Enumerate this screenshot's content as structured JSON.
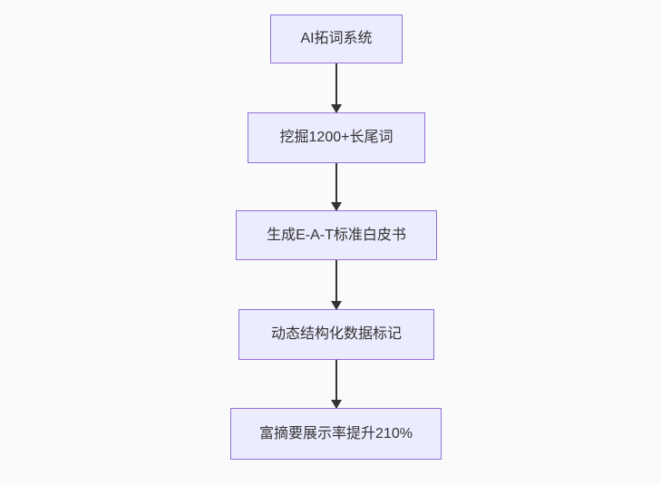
{
  "page": {
    "background": "#fafafa"
  },
  "chart_data": {
    "type": "flowchart",
    "direction": "top-down",
    "nodes": [
      {
        "label": "AI拓词系统"
      },
      {
        "label": "挖掘1200+长尾词"
      },
      {
        "label": "生成E-A-T标准白皮书"
      },
      {
        "label": "动态结构化数据标记"
      },
      {
        "label": "富摘要展示率提升210%"
      }
    ],
    "edges": [
      {
        "from": 0,
        "to": 1
      },
      {
        "from": 1,
        "to": 2
      },
      {
        "from": 2,
        "to": 3
      },
      {
        "from": 3,
        "to": 4
      }
    ]
  },
  "style": {
    "node_fill": "#ECECFF",
    "node_border": "#9370DB",
    "arrow_color": "#333333",
    "text_color": "#333333"
  }
}
